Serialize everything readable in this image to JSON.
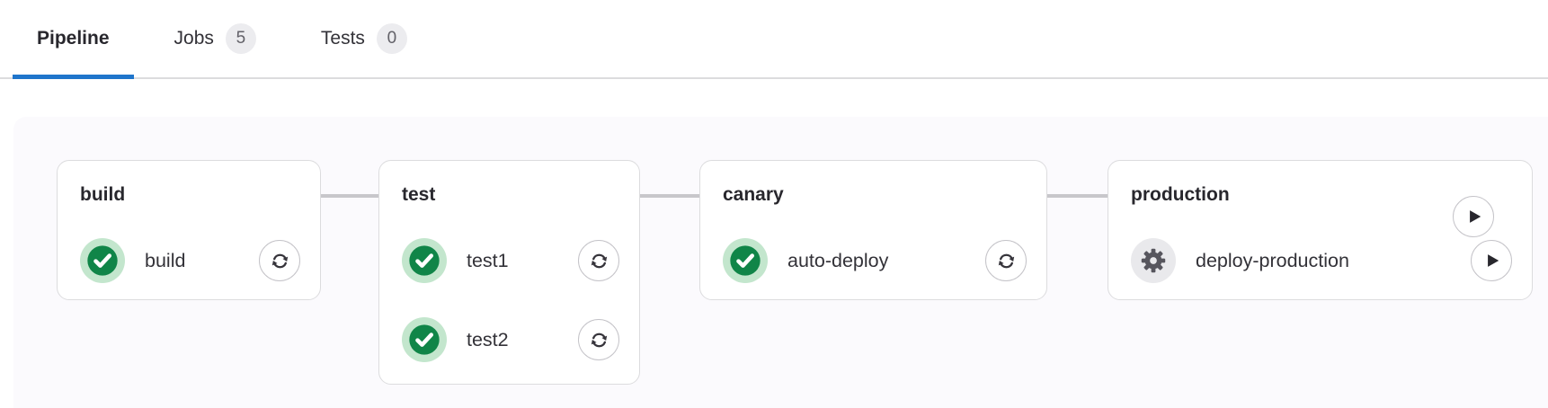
{
  "tabs": {
    "items": [
      {
        "label": "Pipeline",
        "active": true
      },
      {
        "label": "Jobs",
        "badge": "5",
        "active": false
      },
      {
        "label": "Tests",
        "badge": "0",
        "active": false
      }
    ]
  },
  "pipeline": {
    "stages": [
      {
        "name": "build",
        "jobs": [
          {
            "name": "build",
            "status": "success",
            "action": "retry"
          }
        ]
      },
      {
        "name": "test",
        "jobs": [
          {
            "name": "test1",
            "status": "success",
            "action": "retry"
          },
          {
            "name": "test2",
            "status": "success",
            "action": "retry"
          }
        ]
      },
      {
        "name": "canary",
        "jobs": [
          {
            "name": "auto-deploy",
            "status": "success",
            "action": "retry"
          }
        ]
      },
      {
        "name": "production",
        "header_action": "play",
        "jobs": [
          {
            "name": "deploy-production",
            "status": "manual",
            "action": "play"
          }
        ]
      }
    ]
  },
  "colors": {
    "accent_blue": "#1f75cb",
    "success_green": "#108548",
    "success_halo": "#c3e6cd",
    "manual_gear": "#57565e",
    "manual_halo": "#e9e9ec",
    "card_border": "#dcdcde",
    "connector_gray": "#c8c7cb",
    "text_primary": "#333238",
    "badge_bg": "#ececef",
    "badge_text": "#626168",
    "canvas_bg": "#fbfafd"
  }
}
